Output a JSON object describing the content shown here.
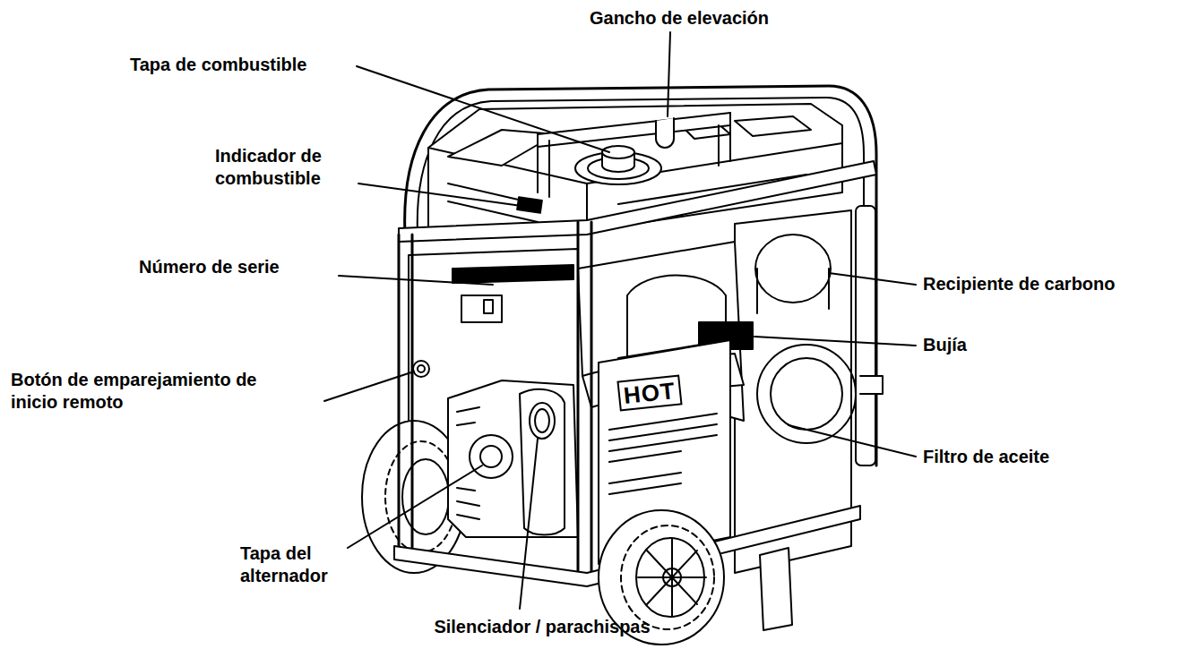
{
  "diagram": {
    "labels": [
      "Gancho de elevación",
      "Tapa de combustible",
      "Indicador de combustible",
      "Número de serie",
      "Recipiente de carbono",
      "Bujía",
      "Botón de emparejamiento de inicio remoto",
      "Filtro de aceite",
      "Tapa del alternador",
      "Silenciador / parachispas",
      "HOT"
    ]
  }
}
